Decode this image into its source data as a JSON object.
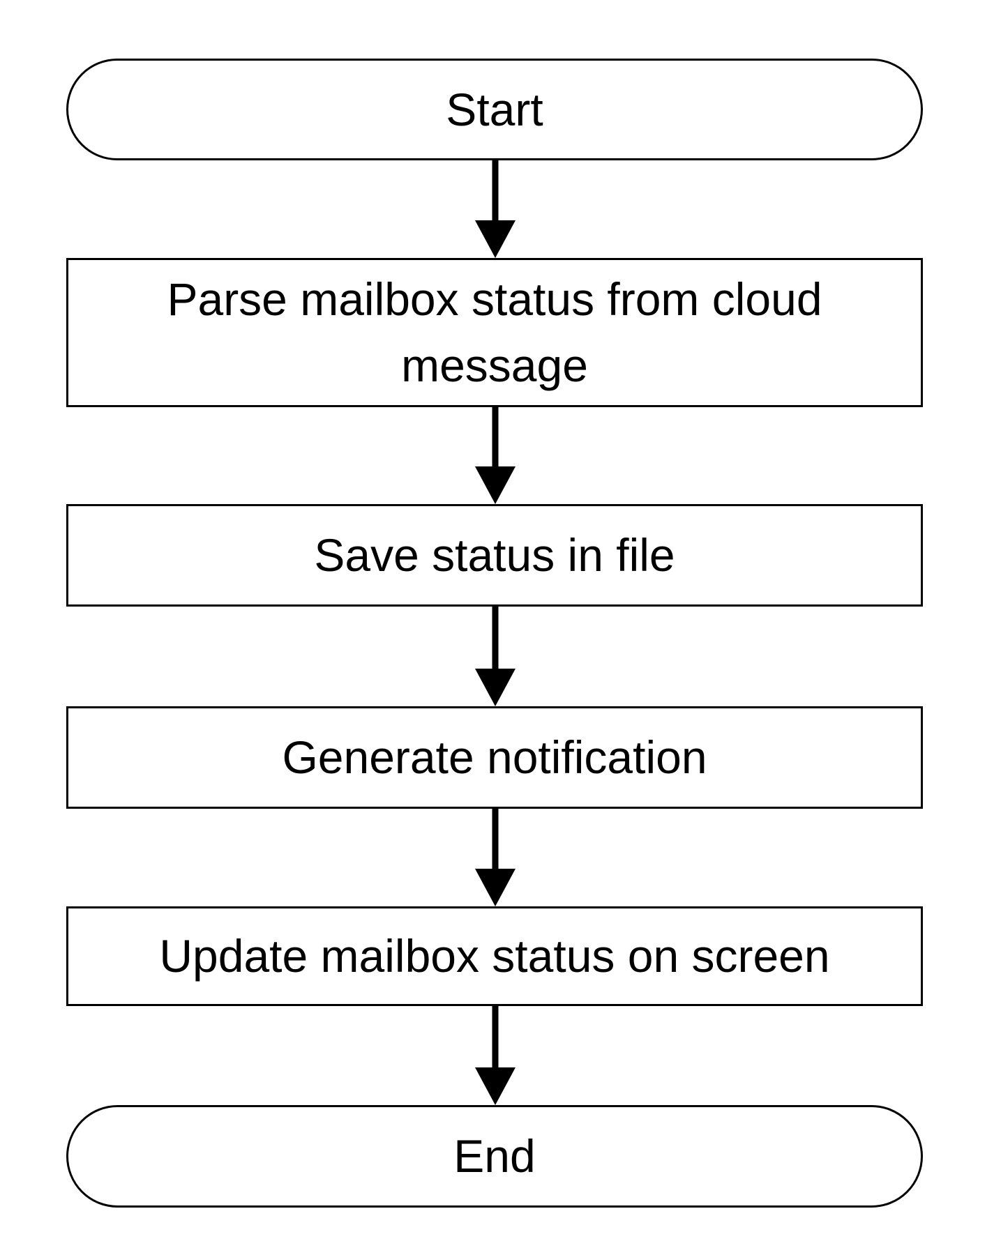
{
  "diagram": {
    "type": "flowchart",
    "background_color": "#ffffff",
    "stroke_color": "#000000",
    "text_color": "#000000",
    "nodes": [
      {
        "id": "start",
        "shape": "terminator",
        "label": "Start"
      },
      {
        "id": "parse",
        "shape": "process",
        "label": "Parse mailbox status from cloud message"
      },
      {
        "id": "save",
        "shape": "process",
        "label": "Save status in file"
      },
      {
        "id": "generate",
        "shape": "process",
        "label": "Generate notification"
      },
      {
        "id": "update",
        "shape": "process",
        "label": "Update mailbox status on screen"
      },
      {
        "id": "end",
        "shape": "terminator",
        "label": "End"
      }
    ],
    "edges": [
      {
        "from": "start",
        "to": "parse",
        "direction": "down"
      },
      {
        "from": "parse",
        "to": "save",
        "direction": "down"
      },
      {
        "from": "save",
        "to": "generate",
        "direction": "down"
      },
      {
        "from": "generate",
        "to": "update",
        "direction": "down"
      },
      {
        "from": "update",
        "to": "end",
        "direction": "down"
      }
    ]
  }
}
